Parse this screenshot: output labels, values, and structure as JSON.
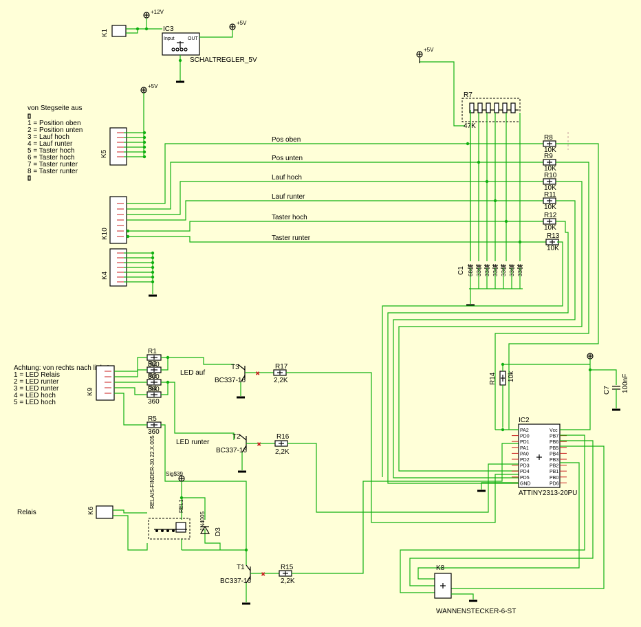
{
  "header": {
    "k1": "K1",
    "ic3": "IC3",
    "ic3_in": "Input",
    "ic3_out": "OUT",
    "ic3_value": "SCHALTREGLER_5V",
    "v12": "+12V",
    "v5a": "+5V",
    "v5b": "+5V"
  },
  "legend_stegseite": {
    "title": "von Stegseite aus",
    "items": [
      "1 = Position oben",
      "2 = Position unten",
      "3 = Lauf hoch",
      "4 = Lauf runter",
      "5 = Taster hoch",
      "6 = Taster hoch",
      "7 = Taster runter",
      "8 = Taster runter"
    ]
  },
  "connectors": {
    "k5": "K5",
    "k10": "K10",
    "k4": "K4",
    "k9": "K9",
    "k6": "K6",
    "k8": "K8",
    "k8_value": "WANNENSTECKER-6-ST"
  },
  "signals": [
    "Pos oben",
    "Pos unten",
    "Lauf hoch",
    "Lauf runter",
    "Taster hoch",
    "Taster runter"
  ],
  "resistor_network": {
    "name": "R7",
    "value": "47K",
    "supply": "+5V"
  },
  "pullups": [
    {
      "name": "R8",
      "value": "10K"
    },
    {
      "name": "R9",
      "value": "10K"
    },
    {
      "name": "R10",
      "value": "10K"
    },
    {
      "name": "R11",
      "value": "10K"
    },
    {
      "name": "R12",
      "value": "10K"
    },
    {
      "name": "R13",
      "value": "10K"
    }
  ],
  "caps": {
    "c1": "C1",
    "row": [
      "68nF",
      "33nF",
      "33nF",
      "33nF",
      "33nF",
      "33nF",
      "33nF"
    ],
    "c7": "C7",
    "c7_value": "100nF"
  },
  "led_section": {
    "title": "Achtung: von rechts nach links!",
    "items": [
      "1 = LED Relais",
      "2 = LED runter",
      "3 = LED runter",
      "4 = LED hoch",
      "5 = LED hoch"
    ],
    "resistors": [
      {
        "name": "R1",
        "value": "360"
      },
      {
        "name": "R2",
        "value": "360"
      },
      {
        "name": "R3",
        "value": "360"
      },
      {
        "name": "R4",
        "value": "360"
      },
      {
        "name": "R5",
        "value": "360"
      }
    ],
    "led_auf": "LED auf",
    "led_runter": "LED runter"
  },
  "transistors": [
    {
      "name": "T3",
      "type": "BC337-16"
    },
    {
      "name": "T2",
      "type": "BC337-16"
    },
    {
      "name": "T1",
      "type": "BC337-16"
    }
  ],
  "base_resistors": [
    {
      "name": "R17",
      "value": "2,2K"
    },
    {
      "name": "R16",
      "value": "2,2K"
    },
    {
      "name": "R15",
      "value": "2,2K"
    }
  ],
  "relay": {
    "label": "Relais",
    "name": "REL1",
    "type": "RELAIS-FINDER-30.22.X.005",
    "supply": "Sig$39",
    "diode": "D3",
    "diode_type": "1N4005"
  },
  "mcu": {
    "name": "IC2",
    "type": "ATTINY2313-20PU",
    "r14": "R14",
    "r14_value": "10k",
    "left_pins": [
      "PA2",
      "PD0",
      "PD1",
      "PA1",
      "PA0",
      "PD2",
      "PD3",
      "PD4",
      "PD5",
      "GND"
    ],
    "right_pins": [
      "Vcc",
      "PB7",
      "PB6",
      "PB5",
      "PB4",
      "PB3",
      "PB2",
      "PB1",
      "PB0",
      "PD6"
    ]
  }
}
